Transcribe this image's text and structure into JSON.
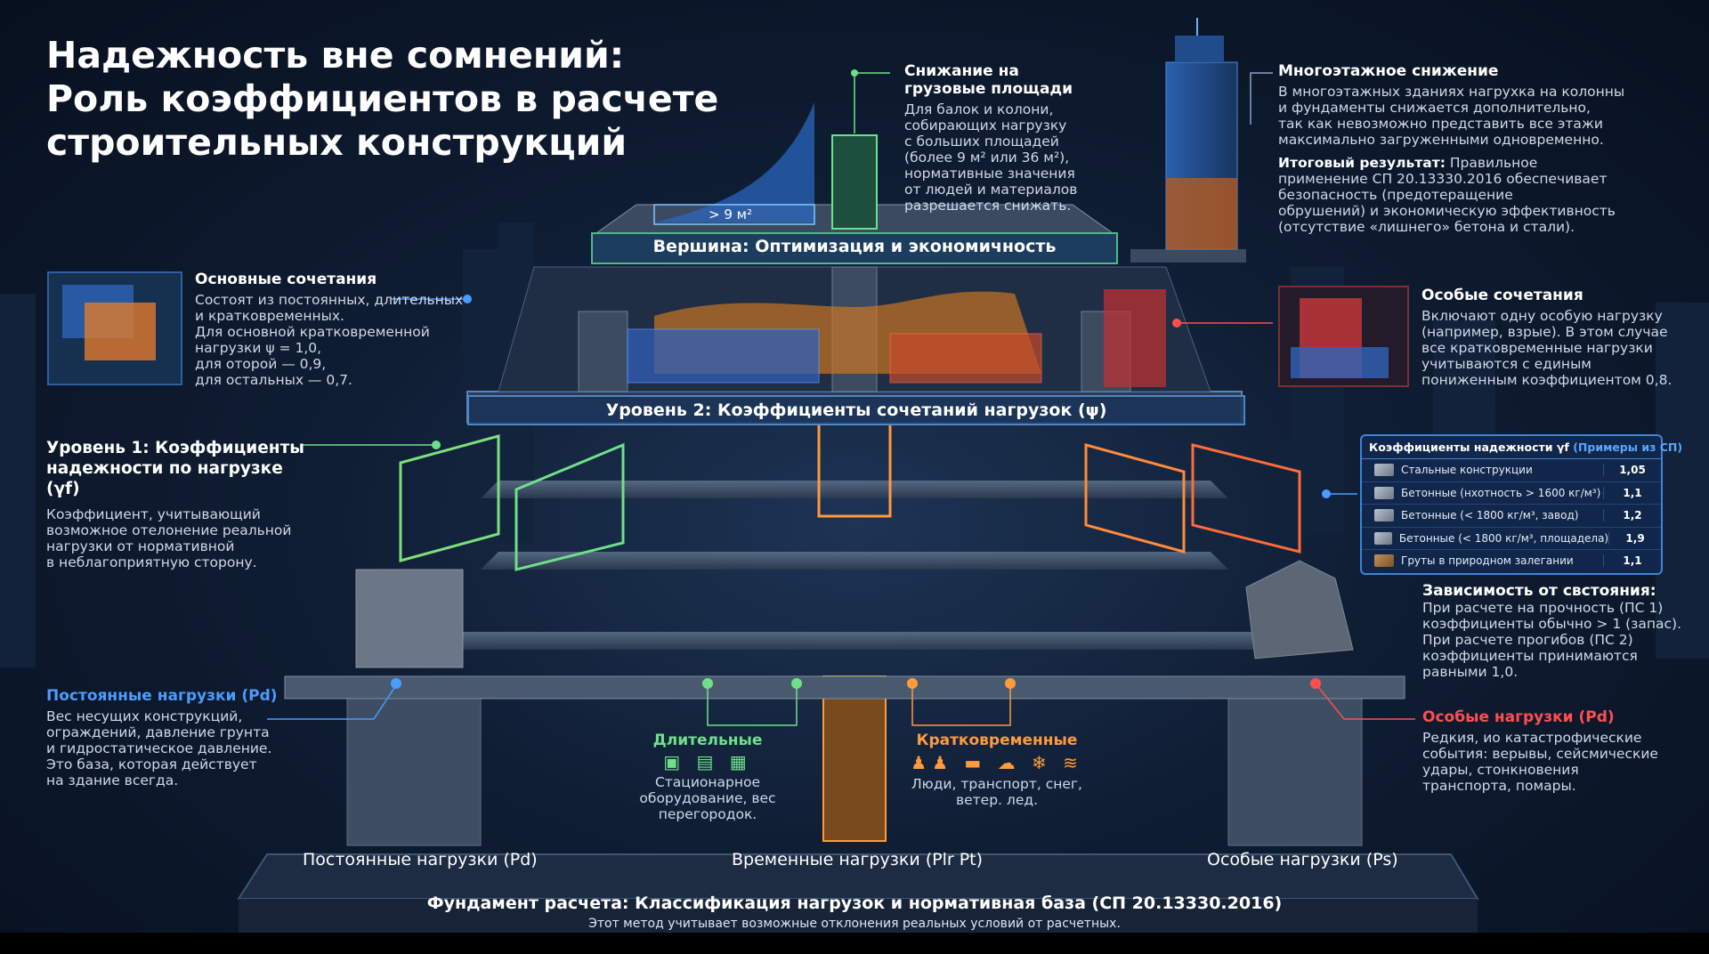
{
  "title_line1": "Надежность вне сомнений:",
  "title_line2": "Роль коэффициентов в расчете",
  "title_line3": "строительных конструкций",
  "top_area_label": "> 9 м²",
  "top_band": "Вершина: Оптимизация и экономичность",
  "level2_band": "Уровень 2: Коэффициенты сочетаний нагрузок (ψ)",
  "area_reduction": {
    "heading_line1": "Снижание на",
    "heading_line2": "грузовые площади",
    "text": [
      "Для балок и колони,",
      "собирающих нагрузку",
      "с больших площадей",
      "(более 9 м² или 36 м²),",
      "нормативные значения",
      "от людей и материалов",
      "разрешается снижать."
    ]
  },
  "multistorey": {
    "heading": "Многоэтажное снижение",
    "text": [
      "В многоэтажных зданиях нагрухка на колонны",
      "и фундаменты снижается дополнительно,",
      "так как невозможно представить все этажи",
      "максимально загруженными одновременно."
    ],
    "result_label": "Итоговый результат:",
    "result_text": [
      " Правильное",
      "применение СП 20.13330.2016 обеспечивает",
      "безопасность (предотеращение",
      "обрушений) и экономическую эффективность",
      "(отсутствие «лишнего» бетона и стали)."
    ]
  },
  "basic_combinations": {
    "heading": "Основные сочетания",
    "text": [
      "Состоят из постоянных, длительных",
      "и кратковременных.",
      "Для основной кратковременной",
      "нагрузки ψ = 1,0,",
      "для оторой — 0,9,",
      "для остальных — 0,7."
    ]
  },
  "special_combinations": {
    "heading": "Особые сочетания",
    "text": [
      "Включают одну особую нагрузку",
      "(например, взрые). В этом случае",
      "все кратковременные нагрузки",
      "учитываются с единым",
      "пониженным коэффициентом 0,8."
    ]
  },
  "level1": {
    "heading_line1": "Уровень 1: Коэффициенты",
    "heading_line2": "надежности по нагрузке (γf)",
    "text": [
      "Коэффициент, учитывающий",
      "возможное отелонение реальной",
      "нагрузки от нормативной",
      "в неблагоприятную сторону."
    ]
  },
  "table": {
    "title": "Коэффициенты надежности γf",
    "title_suffix": "(Примеры из СП)",
    "rows": [
      {
        "name": "Стальные конструкции",
        "value": "1,05"
      },
      {
        "name": "Бетонные (нхотность > 1600 кг/м³)",
        "value": "1,1"
      },
      {
        "name": "Бетонные (< 1800 кг/м³, завод)",
        "value": "1,2"
      },
      {
        "name": "Бетонные (< 1800 кг/м³, площадела)",
        "value": "1,9"
      },
      {
        "name": "Груты в природном залегании",
        "value": "1,1"
      }
    ]
  },
  "state_dependency": {
    "heading": "Зависимость от свстояния:",
    "text": [
      "При расчете на прочность (ПС 1)",
      "коэффициенты обычно > 1 (запас).",
      "При расчете прогибов (ПС 2)",
      "коэффициенты принимаются",
      "равными 1,0."
    ]
  },
  "permanent_loads": {
    "heading": "Постоянные нагрузки (Pd)",
    "text": [
      "Вес несущих конструкций,",
      "ограждений, давление грунта",
      "и гидростатическое давление.",
      "Это база, которая действует",
      "на здание всегда."
    ]
  },
  "special_loads": {
    "heading": "Особые нагрузки (Pd)",
    "text": [
      "Редкия, ио катастрофические",
      "события: верывы, сейсмические",
      "удары, стонкновения",
      "транспорта, помары."
    ]
  },
  "long_term": {
    "heading": "Длительные",
    "text": [
      "Стационарное",
      "оборудование, вес",
      "перегородок."
    ]
  },
  "short_term": {
    "heading": "Кратковременные",
    "text": [
      "Люди, транспорт, снег,",
      "ветер. лед."
    ]
  },
  "base_labels": {
    "permanent": "Постоянные нагрузки (Pd)",
    "temporary": "Временные нагрузки (Plr Pt)",
    "special": "Особые нагрузки (Ps)"
  },
  "foundation": {
    "heading": "Фундамент расчета: Классификация нагрузок и нормативная база (СП 20.13330.2016)",
    "subtext": "Этот метод учитывает возможные отклонения реальных условий от расчетных."
  },
  "colors": {
    "permanent": "#4a9cff",
    "long_term": "#6fe08a",
    "short_term": "#ff9a3c",
    "special": "#ff4e4e"
  }
}
